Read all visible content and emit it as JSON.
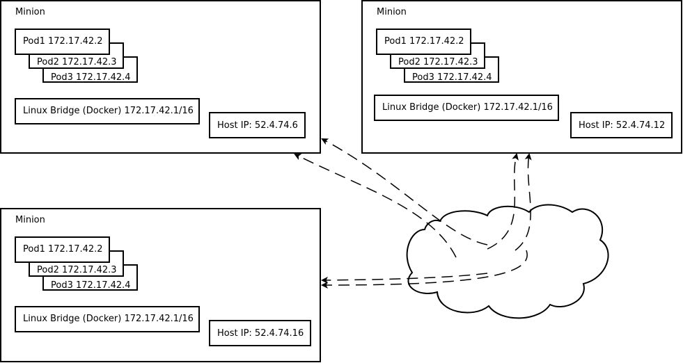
{
  "minions": [
    {
      "title": "Minion",
      "pods": [
        {
          "label": "Pod1 172.17.42.2"
        },
        {
          "label": "Pod2 172.17.42.3"
        },
        {
          "label": "Pod3 172.17.42.4"
        }
      ],
      "bridge": "Linux Bridge (Docker) 172.17.42.1/16",
      "host_ip": "Host IP: 52.4.74.6"
    },
    {
      "title": "Minion",
      "pods": [
        {
          "label": "Pod1 172.17.42.2"
        },
        {
          "label": "Pod2 172.17.42.3"
        },
        {
          "label": "Pod3 172.17.42.4"
        }
      ],
      "bridge": "Linux Bridge (Docker) 172.17.42.1/16",
      "host_ip": "Host IP: 52.4.74.12"
    },
    {
      "title": "Minion",
      "pods": [
        {
          "label": "Pod1 172.17.42.2"
        },
        {
          "label": "Pod2 172.17.42.3"
        },
        {
          "label": "Pod3 172.17.42.4"
        }
      ],
      "bridge": "Linux Bridge (Docker) 172.17.42.1/16",
      "host_ip": "Host IP: 52.4.74.16"
    }
  ],
  "cloud": {
    "icon": "cloud-icon"
  },
  "connectors": {
    "style": "dashed-arrow",
    "color": "#000000"
  }
}
